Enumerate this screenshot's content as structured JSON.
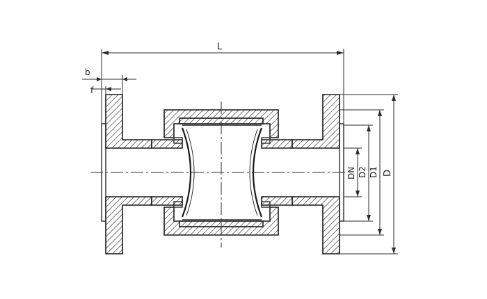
{
  "labels": {
    "length": "L",
    "thickness": "b",
    "f": "f",
    "nominal_diameter": "DN",
    "d2": "D2",
    "d1": "D1",
    "outer_diameter": "D"
  },
  "colors": {
    "line": "#2a2a2a",
    "background": "#ffffff"
  }
}
